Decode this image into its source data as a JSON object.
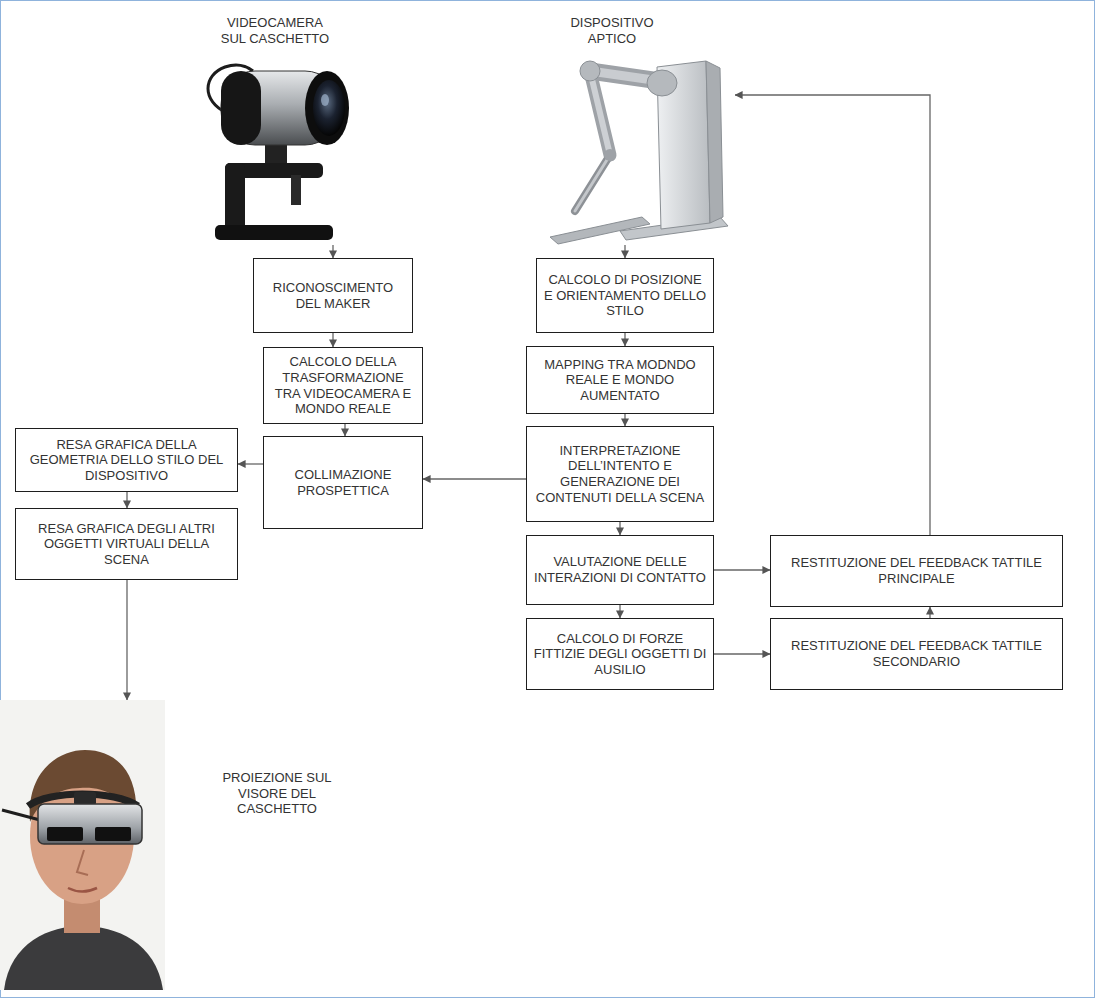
{
  "diagram": {
    "nodes": [
      {
        "text": [
          "VIDEOCAMERA SUL CASCHETTO"
        ]
      },
      {
        "text": [
          "DISPOSITIVO APTICO"
        ]
      },
      {
        "text": [
          "RICONOSCIMENTO DEL MAKER"
        ]
      },
      {
        "text": [
          "CALCOLO DI POSIZIONE E ORIENTAMENTO DELLO STILO"
        ]
      },
      {
        "text": [
          "CALCOLO DELLA TRASFORMAZIONE TRA VIDEOCAMERA E MONDO REALE"
        ]
      },
      {
        "text": [
          "MAPPING TRA MODNDO REALE E MONDO AUMENTATO"
        ]
      },
      {
        "text": [
          "RESA GRAFICA DELLA GEOMETRIA DELLO STILO DEL DISPOSITIVO"
        ]
      },
      {
        "text": [
          "COLLIMAZIONE PROSPETTICA"
        ]
      },
      {
        "text": [
          "INTERPRETAZIONE DELL’INTENTO E GENERAZIONE DEI CONTENUTI DELLA SCENA"
        ]
      },
      {
        "text": [
          "RESA GRAFICA DEGLI ALTRI OGGETTI VIRTUALI DELLA SCENA"
        ]
      },
      {
        "text": [
          "VALUTAZIONE DELLE INTERAZIONI DI CONTATTO"
        ]
      },
      {
        "text": [
          "RESTITUZIONE DEL FEEDBACK TATTILE PRINCIPALE"
        ]
      },
      {
        "text": [
          "CALCOLO DI FORZE FITTIZIE DEGLI OGGETTI DI AUSILIO"
        ]
      },
      {
        "text": [
          "RESTITUZIONE DEL FEEDBACK TATTILE SECONDARIO"
        ]
      },
      {
        "text": [
          "PROIEZIONE SUL VISORE DEL CASCHETTO"
        ]
      }
    ],
    "edges": [
      {
        "from": 0,
        "to": 2,
        "arrow": "to"
      },
      {
        "from": 2,
        "to": 4,
        "arrow": "to"
      },
      {
        "from": 4,
        "to": 7,
        "arrow": "to"
      },
      {
        "from": 7,
        "to": 6,
        "arrow": "to"
      },
      {
        "from": 6,
        "to": 9,
        "arrow": "to"
      },
      {
        "from": 9,
        "to": 14,
        "arrow": "to"
      },
      {
        "from": 1,
        "to": 3,
        "arrow": "to"
      },
      {
        "from": 3,
        "to": 5,
        "arrow": "to"
      },
      {
        "from": 5,
        "to": 8,
        "arrow": "to"
      },
      {
        "from": 8,
        "to": 7,
        "arrow": "to"
      },
      {
        "from": 8,
        "to": 10,
        "arrow": "to"
      },
      {
        "from": 10,
        "to": 11,
        "arrow": "to"
      },
      {
        "from": 10,
        "to": 12,
        "arrow": "to"
      },
      {
        "from": 12,
        "to": 13,
        "arrow": "to"
      },
      {
        "from": 13,
        "to": 11,
        "arrow": "to"
      },
      {
        "from": 11,
        "to": 1,
        "arrow": "to"
      }
    ]
  }
}
